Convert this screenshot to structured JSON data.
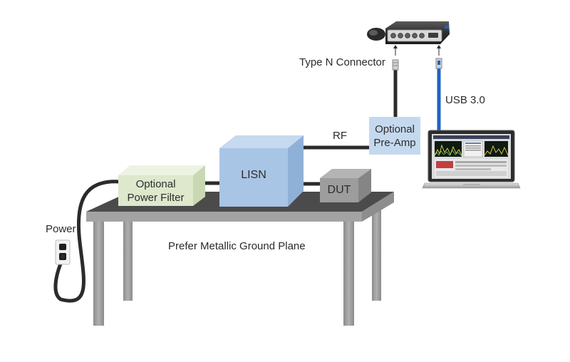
{
  "labels": {
    "type_n_connector": "Type N Connector",
    "usb": "USB 3.0",
    "rf": "RF",
    "pre_amp_line1": "Optional",
    "pre_amp_line2": "Pre-Amp",
    "lisn": "LISN",
    "power_filter_line1": "Optional",
    "power_filter_line2": "Power Filter",
    "dut": "DUT",
    "power": "Power",
    "ground_plane": "Prefer Metallic Ground Plane"
  },
  "colors": {
    "table_top": "#4b4b4b",
    "table_front": "#a3a3a3",
    "table_legs": "#9e9e9e",
    "lisn_box": "#a9c5e5",
    "power_filter_box": "#dde8cc",
    "dut_box": "#9d9d9d",
    "pre_amp_box": "#c4d9ee",
    "usb_cable": "#1e63c6",
    "coax_cable": "#2b2b2b"
  },
  "icons": {
    "analyzer": "spectrum-analyzer-icon",
    "laptop": "laptop-icon",
    "outlet": "wall-outlet-icon"
  }
}
